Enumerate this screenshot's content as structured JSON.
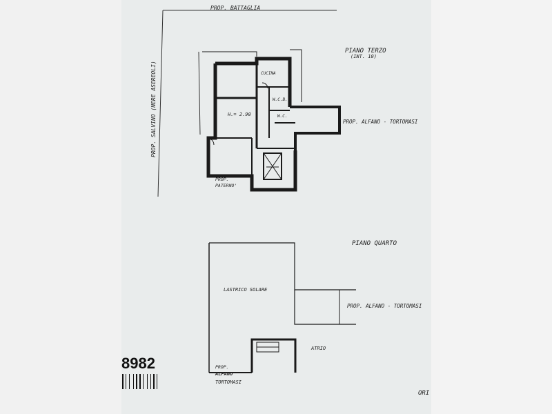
{
  "labels": {
    "prop_top": "PROP. BATTAGLIA",
    "prop_left": "PROP. SALVINO (NERE ASEREOLI)",
    "title_third": "PIANO TERZO",
    "subtitle_third": "(INT. 10)",
    "kitchen": "CUCINA",
    "wcb": "W.C.B.",
    "wc": "W.C.",
    "height": "H.= 2.90",
    "prop_right_1": "PROP. ALFANO - TORTOMASI",
    "prop_bottom_1a": "PROP.",
    "prop_bottom_1b": "PATERNO'",
    "title_fourth": "PIANO QUARTO",
    "lastrico": "LASTRICO SOLARE",
    "prop_right_2": "PROP. ALFANO - TORTOMASI",
    "atrio": "ATRIO",
    "prop_bottom_2a": "PROP.",
    "prop_bottom_2b": "ALFANO",
    "prop_bottom_2c": "TORTOMASI",
    "doc_number": "8982",
    "corner": "ORI"
  },
  "colors": {
    "ink": "#1a1a1a",
    "paper": "#e9ecec"
  }
}
